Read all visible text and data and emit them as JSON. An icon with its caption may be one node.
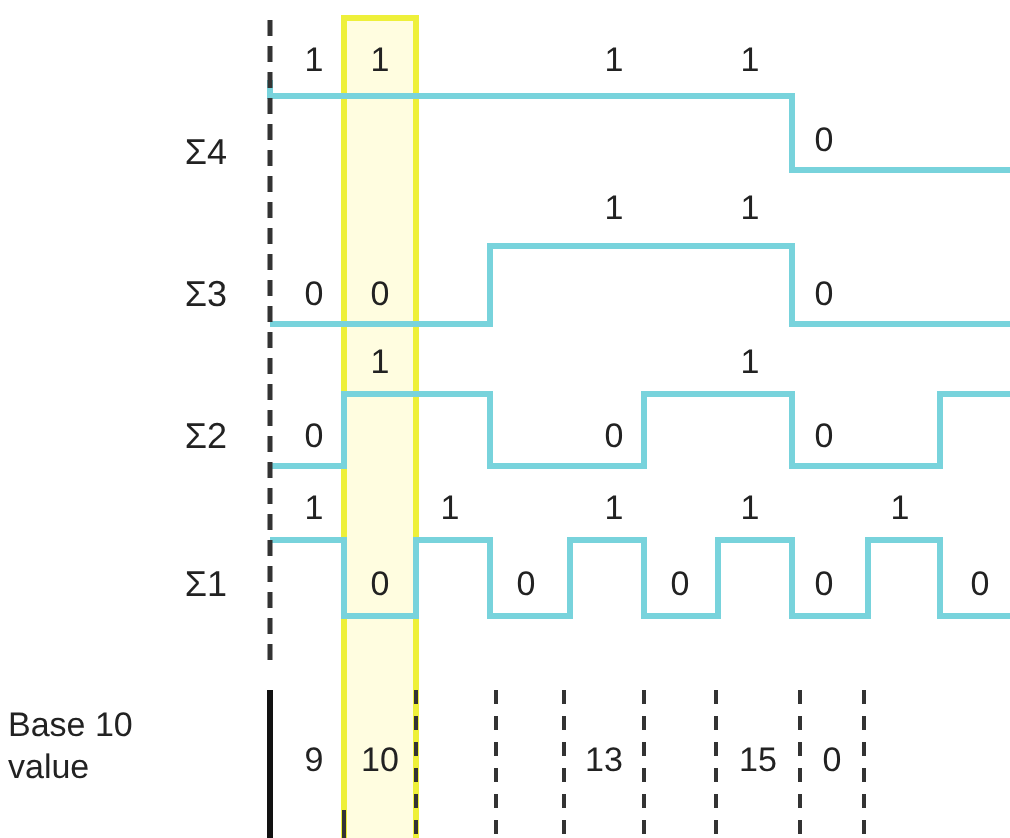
{
  "diagram": {
    "labels": [
      "1",
      "1",
      "1",
      "1",
      "Σ4",
      "0",
      "1",
      "1",
      "Σ3",
      "0",
      "0",
      "0",
      "1",
      "1",
      "Σ2",
      "0",
      "0",
      "0",
      "1",
      "1",
      "1",
      "1",
      "1",
      "Σ1",
      "0",
      "0",
      "0",
      "0",
      "0",
      "Base 10 value",
      "9",
      "10",
      "13",
      "15",
      "0"
    ]
  }
}
